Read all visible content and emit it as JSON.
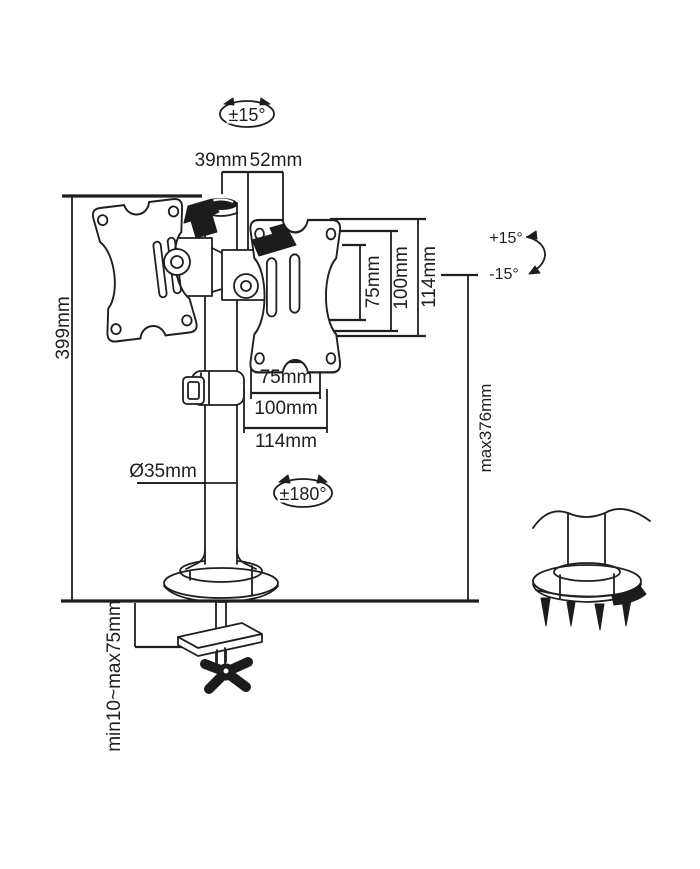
{
  "figure": {
    "type": "technical-dimension-diagram",
    "subject": "single monitor desk mount arm with dual pivot, pole, desk clamp and grommet base",
    "line_color": "#1f1f1f",
    "background_color": "#ffffff"
  },
  "dimensions": {
    "arm_offset_left": "39mm",
    "arm_offset_right": "52mm",
    "total_height": "399mm",
    "pole_usable_height": "max376mm",
    "pole_diameter": "Ø35mm",
    "desk_thickness_range": "min10~max75mm",
    "vesa_vertical": {
      "hole_75": "75mm",
      "hole_100": "100mm",
      "plate_114": "114mm"
    },
    "vesa_horizontal": {
      "hole_75": "75mm",
      "hole_100": "100mm",
      "plate_114": "114mm"
    }
  },
  "rotation_labels": {
    "swivel_top": "±15°",
    "tilt_up": "+15°",
    "tilt_down": "-15°",
    "pole_rotation": "±180°"
  }
}
